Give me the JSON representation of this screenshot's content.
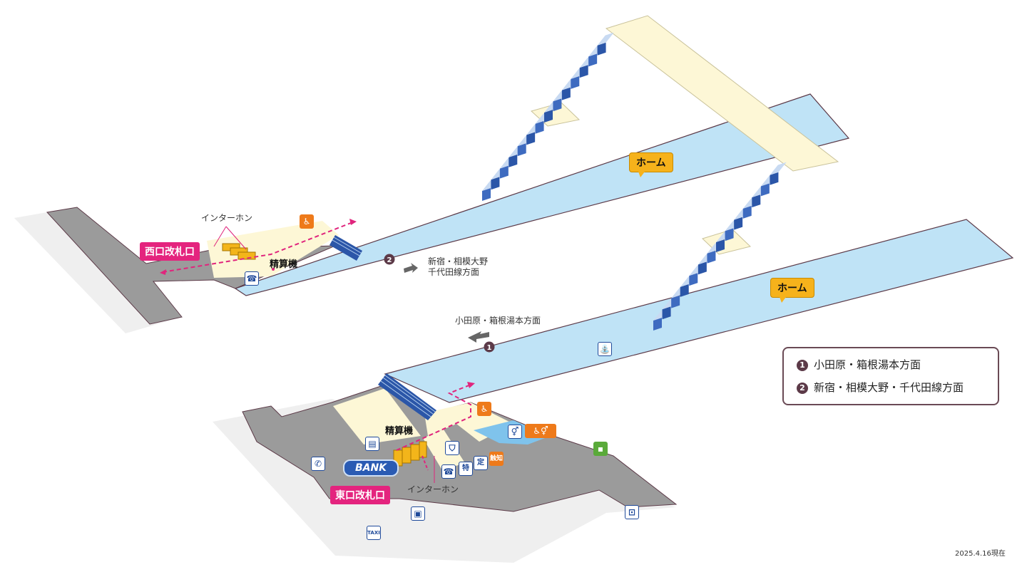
{
  "labels": {
    "intercom_west": "インターホン",
    "intercom_east": "インターホン",
    "gate_west": "西口改札口",
    "gate_east": "東口改札口",
    "fare_west": "精算機",
    "fare_east": "精算機",
    "home_upper": "ホーム",
    "home_lower": "ホーム",
    "direction2_line1": "新宿・相模大野",
    "direction2_line2": "千代田線方面",
    "direction1": "小田原・箱根湯本方面",
    "bank": "BANK",
    "date": "2025.4.16現在"
  },
  "markers": {
    "m1": "1",
    "m2": "2"
  },
  "legend": [
    {
      "num": "1",
      "text": "小田原・箱根湯本方面"
    },
    {
      "num": "2",
      "text": "新宿・相模大野・千代田線方面"
    }
  ],
  "icons": {
    "tactile": "触知",
    "special": "特",
    "regular": "定",
    "taxi": "TAXI"
  },
  "colors": {
    "platform": "#bfe3f6",
    "bridge": "#fdf7d6",
    "concourse": "#cfcfcf",
    "stairs": "#2b56a8",
    "gate": "#e4247e",
    "home_label": "#f6b21b",
    "ticket_gate": "#f3b51a",
    "route": "#e0257d",
    "marker": "#5c3a48"
  }
}
